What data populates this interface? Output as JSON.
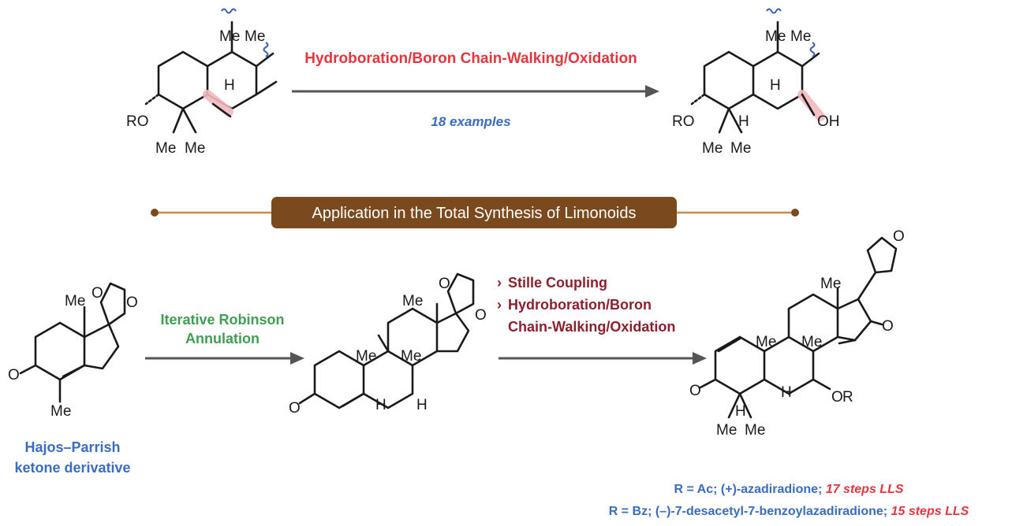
{
  "top_reaction": {
    "conditions": "Hydroboration/Boron Chain-Walking/Oxidation",
    "scope": "18 examples",
    "sm_labels": {
      "ro": "RO",
      "me_a": "Me",
      "me_b": "Me",
      "me_c": "Me",
      "me_d": "Me",
      "h": "H"
    },
    "prod_labels": {
      "ro": "RO",
      "me_a": "Me",
      "me_b": "Me",
      "me_c": "Me",
      "me_d": "Me",
      "h1": "H",
      "h2": "H",
      "oh": "OH"
    }
  },
  "banner": {
    "text": "Application in the Total Synthesis of Limonoids"
  },
  "bottom_step1": {
    "conditions": [
      "Iterative Robinson",
      "Annulation"
    ]
  },
  "bottom_step2": {
    "conditions": [
      "Stille Coupling",
      "Hydroboration/Boron",
      "Chain-Walking/Oxidation"
    ]
  },
  "start_material": {
    "name": [
      "Hajos–Parrish",
      "ketone derivative"
    ],
    "labels": {
      "o_ketone": "O",
      "me1": "Me",
      "me2": "Me",
      "o1": "O",
      "o2": "O"
    }
  },
  "intermediate": {
    "labels": {
      "o_ketone": "O",
      "me1": "Me",
      "me2": "Me",
      "me3": "Me",
      "h1": "H",
      "h2": "H",
      "o1": "O",
      "o2": "O"
    }
  },
  "final": {
    "labels": {
      "o_ketone": "O",
      "o_enone": "O",
      "o_furan": "O",
      "me1": "Me",
      "me2": "Me",
      "me3": "Me",
      "me4": "Me",
      "me5": "Me",
      "h1": "H",
      "h2": "H",
      "or_o": "O",
      "or_r": "R"
    },
    "results": [
      {
        "r": "R = Ac; (+)-azadiradione; ",
        "steps": "17 steps LLS"
      },
      {
        "r": "R = Bz; (–)-7-desacetyl-7-benzoylazadiradione; ",
        "steps": "15 steps LLS"
      }
    ]
  },
  "colors": {
    "red": "#e8343c",
    "blue": "#3a6cc4",
    "green": "#3f9e52",
    "dark_red": "#8e1f2c",
    "banner_bg": "#7a4a1e",
    "banner_line": "#c98a52"
  }
}
